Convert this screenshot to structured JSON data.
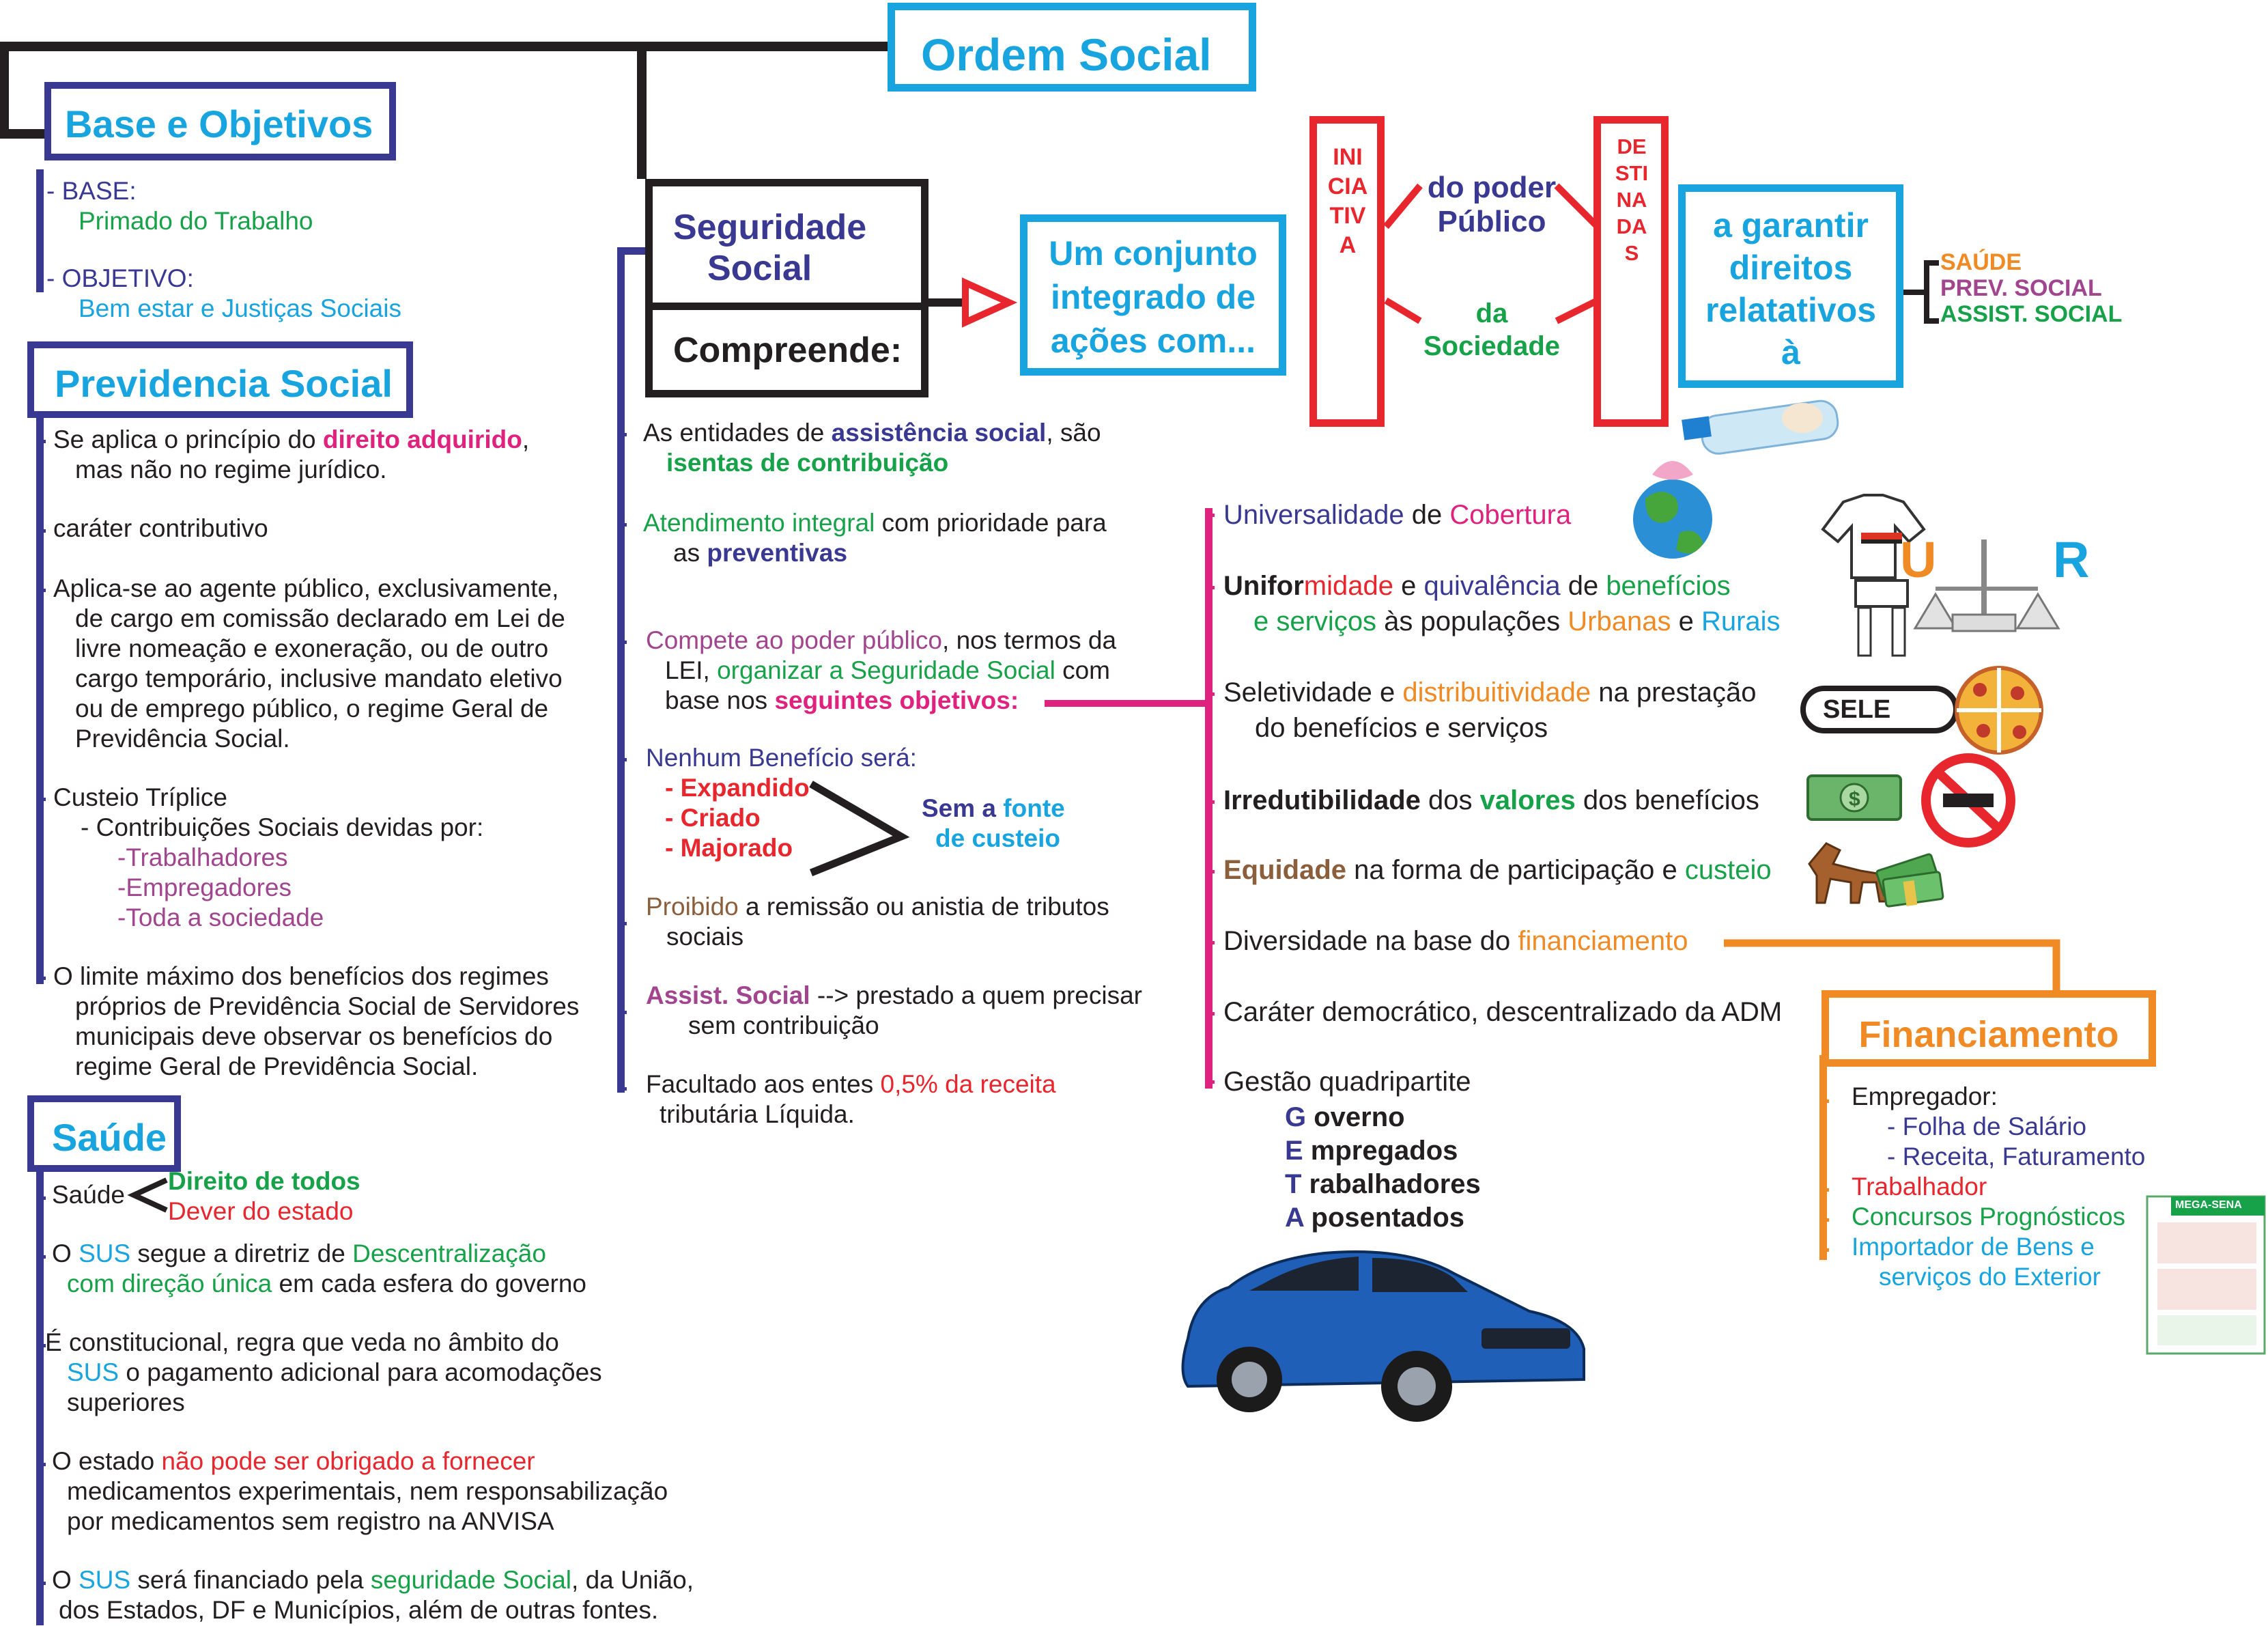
{
  "title": "Ordem Social",
  "base": {
    "title": "Base e Objetivos",
    "base_label": "- BASE:",
    "base_value": "Primado do Trabalho",
    "obj_label": "- OBJETIVO:",
    "obj_value": "Bem estar e Justiças Sociais"
  },
  "previdencia": {
    "title": "Previdencia Social",
    "i1a": "Se aplica o princípio do ",
    "i1b": "direito adquirido",
    "i1c": ",",
    "i1d": "mas não no regime jurídico.",
    "i2": "caráter contributivo",
    "i3": [
      "Aplica-se ao agente público, exclusivamente,",
      "de cargo em comissão declarado em Lei de",
      "livre nomeação e exoneração, ou de outro",
      "cargo temporário, inclusive mandato eletivo",
      "ou de emprego público, o regime Geral de",
      "Previdência Social."
    ],
    "i4": "Custeio Tríplice",
    "i4a": "- Contribuições Sociais devidas por:",
    "i4b": [
      "-Trabalhadores",
      "-Empregadores",
      "-Toda a sociedade"
    ],
    "i5": [
      "O limite máximo dos benefícios dos regimes",
      "próprios de Previdência Social de Servidores",
      "municipais deve observar os benefícios do",
      "regime Geral de Previdência Social."
    ]
  },
  "saude": {
    "title": "Saúde",
    "s1": "Saúde",
    "s1a": "Direito de todos",
    "s1b": "Dever do estado",
    "s2a": "O ",
    "s2b": "SUS",
    "s2c": " segue a diretriz de ",
    "s2d": "Descentralização",
    "s2e": "com direção única",
    "s2f": " em cada esfera do governo",
    "s3a": "É constitucional, regra que veda no âmbito do",
    "s3b": "SUS",
    "s3c": " o pagamento adicional para acomodações",
    "s3d": "superiores",
    "s4a": "O estado ",
    "s4b": "não pode ser obrigado a fornecer",
    "s4c": "medicamentos experimentais, nem responsabilização",
    "s4d": "por medicamentos sem registro na ANVISA",
    "s5a": "O ",
    "s5b": "SUS",
    "s5c": " será financiado pela ",
    "s5d": "seguridade Social",
    "s5e": ", da União,",
    "s5f": "dos Estados, DF e Municípios, além de outras fontes."
  },
  "seguridade": {
    "title1": "Seguridade",
    "title2": "Social",
    "compreende": "Compreende:",
    "c1a": "As entidades de ",
    "c1b": "assistência social",
    "c1c": ", são",
    "c1d": "isentas de contribuição",
    "c2a": "Atendimento integral",
    "c2b": " com prioridade para",
    "c2c": "as ",
    "c2d": "preventivas",
    "c3a": "Compete ao poder público",
    "c3b": ", nos termos da",
    "c3c": "LEI, ",
    "c3d": "organizar a Seguridade Social",
    "c3e": " com",
    "c3f": "base nos ",
    "c3g": "seguintes objetivos:",
    "c4": "Nenhum Benefício será:",
    "c4a": "- Expandido",
    "c4b": "- Criado",
    "c4c": "- Majorado",
    "c4d": "Sem a ",
    "c4e": "fonte",
    "c4f": "de custeio",
    "c5a": "Proibido",
    "c5b": " a remissão ou anistia de tributos",
    "c5c": "sociais",
    "c6a": "Assist. Social",
    "c6b": " --> prestado a quem precisar",
    "c6c": "sem contribuição",
    "c7a": "Facultado aos entes ",
    "c7b": "0,5% da receita",
    "c7c": "tributária Líquida."
  },
  "conjunto": {
    "text": [
      "Um conjunto",
      "integrado de",
      "ações com..."
    ],
    "iniciativa": "INICIATIVA",
    "poder1": "do poder",
    "poder2": "Público",
    "soc1": "da",
    "soc2": "Sociedade",
    "destinadas": "DESTINADAS",
    "garantir": [
      "a garantir",
      "direitos",
      "relatativos",
      "à"
    ],
    "areas": [
      "SAÚDE",
      "PREV. SOCIAL",
      "ASSIST. SOCIAL"
    ]
  },
  "objetivos": {
    "o1a": "Universalidade",
    "o1b": " de ",
    "o1c": "Cobertura",
    "o2a": "Unifor",
    "o2b": "midade",
    "o2c": " e ",
    "o2d": "quivalência",
    "o2e": " de ",
    "o2f": "benefícios",
    "o2g": "e serviços",
    "o2h": " às populações ",
    "o2i": "Urbanas",
    "o2j": " e ",
    "o2k": "Rurais",
    "o3a": "Seletividade e ",
    "o3b": "distribuitividade",
    "o3c": " na prestação",
    "o3d": "do benefícios e serviços",
    "o4a": "Irredutibilidade",
    "o4b": " dos ",
    "o4c": "valores",
    "o4d": " dos benefícios",
    "o5a": "Equidade",
    "o5b": " na forma de participação e ",
    "o5c": "custeio",
    "o6a": "Diversidade na base do ",
    "o6b": "financiamento",
    "o7": "Caráter democrático, descentralizado da ADM",
    "o8": "Gestão quadripartite",
    "geta": [
      [
        "G",
        " overno"
      ],
      [
        "E",
        " mpregados"
      ],
      [
        "T",
        " rabalhadores"
      ],
      [
        "A",
        " posentados"
      ]
    ],
    "sele": "SELE",
    "u": "U",
    "r": "R"
  },
  "financiamento": {
    "title": "Financiamento",
    "f1": "Empregador:",
    "f1a": "- Folha de Salário",
    "f1b": "- Receita, Faturamento",
    "f2": "Trabalhador",
    "f3": "Concursos Prognósticos",
    "f4a": "Importador de Bens e",
    "f4b": "serviços do Exterior",
    "mega": "MEGA-SENA"
  },
  "colors": {
    "blue": "#3a3992",
    "green": "#17a24a",
    "cyan": "#18a4de",
    "red": "#e8262d",
    "magenta": "#e0227f",
    "purple": "#a1458f",
    "orange": "#f08a24",
    "dark": "#231f20"
  }
}
